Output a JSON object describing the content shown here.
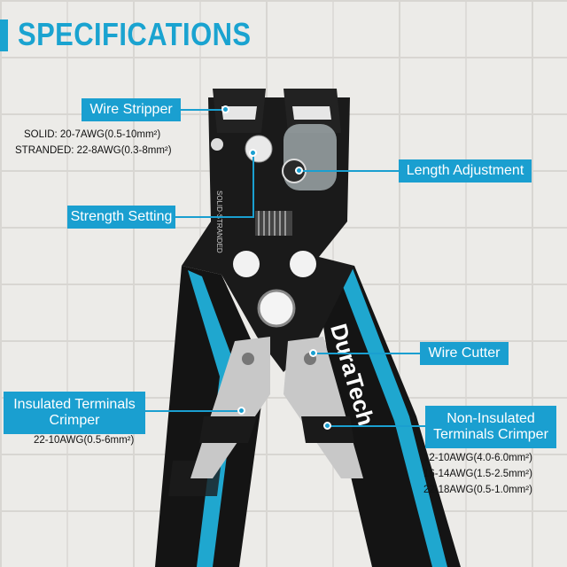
{
  "title": "SPECIFICATIONS",
  "brand": "DuraTech",
  "colors": {
    "accent": "#1aa3d0",
    "handle_black": "#141414",
    "handle_blue": "#1fa7cf"
  },
  "callouts": {
    "wire_stripper": {
      "label": "Wire Stripper",
      "specs": [
        "SOLID: 20-7AWG(0.5-10mm²)",
        "STRANDED: 22-8AWG(0.3-8mm²)"
      ]
    },
    "length_adjustment": {
      "label": "Length Adjustment"
    },
    "strength_setting": {
      "label": "Strength Setting"
    },
    "wire_cutter": {
      "label": "Wire Cutter"
    },
    "insulated_terminals_crimper": {
      "label_line1": "Insulated Terminals",
      "label_line2": "Crimper",
      "specs": [
        "22-10AWG(0.5-6mm²)"
      ]
    },
    "non_insulated_terminals_crimper": {
      "label_line1": "Non-Insulated",
      "label_line2": "Terminals Crimper",
      "specs": [
        "12-10AWG(4.0-6.0mm²)",
        "16-14AWG(1.5-2.5mm²)",
        "22-18AWG(0.5-1.0mm²)"
      ]
    }
  }
}
